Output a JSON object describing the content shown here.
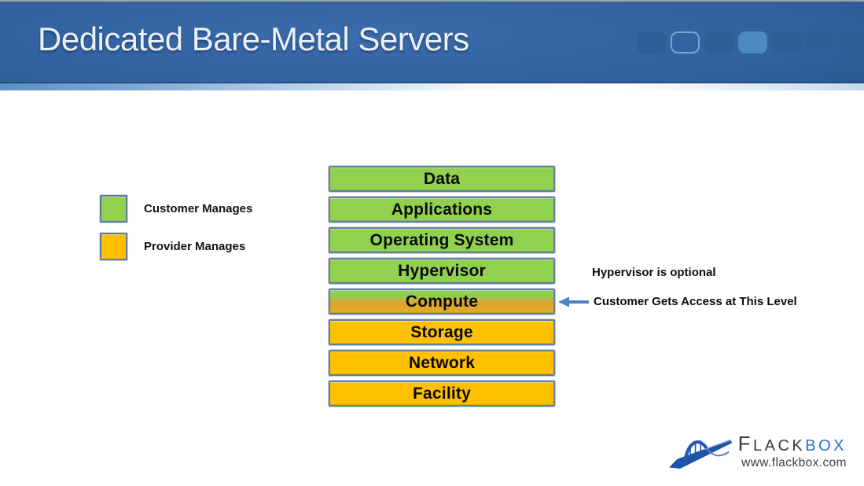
{
  "slide": {
    "title": "Dedicated Bare-Metal Servers"
  },
  "header": {
    "deco_squares": [
      "filled",
      "outline",
      "filled",
      "bright",
      "filled",
      "filled",
      "filled"
    ]
  },
  "legend": {
    "items": [
      {
        "label": "Customer Manages",
        "color": "#92d050"
      },
      {
        "label": "Provider Manages",
        "color": "#ffc000"
      }
    ]
  },
  "stack": {
    "layers": [
      {
        "label": "Data",
        "manager": "customer"
      },
      {
        "label": "Applications",
        "manager": "customer"
      },
      {
        "label": "Operating System",
        "manager": "customer"
      },
      {
        "label": "Hypervisor",
        "manager": "customer"
      },
      {
        "label": "Compute",
        "manager": "transition"
      },
      {
        "label": "Storage",
        "manager": "provider"
      },
      {
        "label": "Network",
        "manager": "provider"
      },
      {
        "label": "Facility",
        "manager": "provider"
      }
    ]
  },
  "annotations": {
    "hypervisor_note": "Hypervisor is optional",
    "access_note": "Customer Gets Access at This Level"
  },
  "logo": {
    "brand_initial": "F",
    "brand_rest": "LACK",
    "brand_accent": "BOX",
    "url": "www.flackbox.com"
  },
  "colors": {
    "header_blue": "#2f5f9c",
    "header_strip_blue": "#5e90c5",
    "customer_green": "#92d050",
    "provider_gold": "#ffc000",
    "box_border": "#607fa8",
    "arrow_blue": "#4f81bd",
    "logo_blue": "#2b6fd0",
    "deco_square_bright": "#4e8ac2"
  }
}
